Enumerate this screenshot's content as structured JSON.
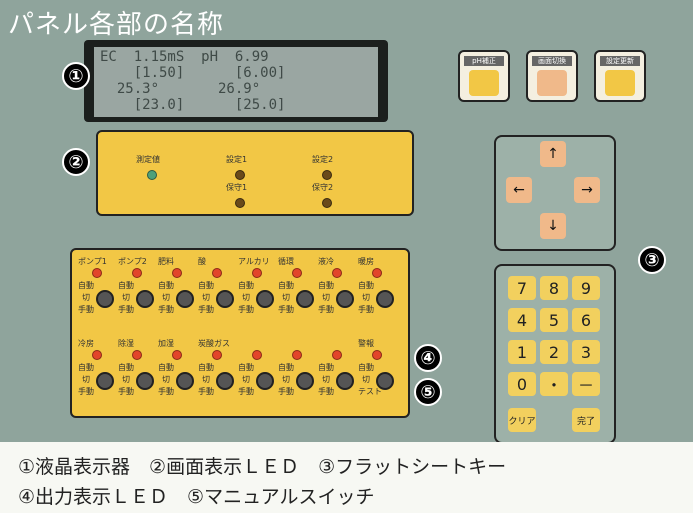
{
  "title": "パネル各部の名称",
  "lcd": {
    "lines": [
      "EC  1.15mS  pH  6.99",
      "    [1.50]      [6.00]",
      "  25.3°       26.9°",
      "    [23.0]      [25.0]"
    ]
  },
  "markers": {
    "m1": "①",
    "m2": "②",
    "m3": "③",
    "m4": "④",
    "m5": "⑤"
  },
  "indicator_panel": {
    "items": [
      {
        "label": "測定値"
      },
      {
        "label": "設定1"
      },
      {
        "label": "設定2"
      },
      {
        "label": "保守1"
      },
      {
        "label": "保守2"
      }
    ]
  },
  "function_buttons": [
    {
      "label": "pH補正",
      "color": "#f2c745"
    },
    {
      "label": "画面切換",
      "color": "#f0b98a"
    },
    {
      "label": "設定更新",
      "color": "#f2c745"
    }
  ],
  "arrow_keys": [
    {
      "name": "up",
      "glyph": "↑"
    },
    {
      "name": "left",
      "glyph": "←"
    },
    {
      "name": "right",
      "glyph": "→"
    },
    {
      "name": "down",
      "glyph": "↓"
    }
  ],
  "numpad": {
    "keys": [
      "7",
      "8",
      "9",
      "4",
      "5",
      "6",
      "1",
      "2",
      "3",
      "0",
      "・",
      "－"
    ],
    "clear": "クリア",
    "done": "完了"
  },
  "output_panel": {
    "row1_labels": [
      "ポンプ1",
      "ポンプ2",
      "肥料",
      "酸",
      "アルカリ",
      "循環",
      "液冷",
      "暖房"
    ],
    "row2_labels": [
      "冷房",
      "除湿",
      "加湿",
      "炭酸ガス",
      "",
      "",
      "",
      "警報"
    ],
    "auto": "自動",
    "off": "切",
    "manual": "手動",
    "test": "テスト"
  },
  "legend": {
    "line1": "①液晶表示器　②画面表示ＬＥＤ　③フラットシートキー",
    "line2": "④出力表示ＬＥＤ　⑤マニュアルスイッチ"
  }
}
